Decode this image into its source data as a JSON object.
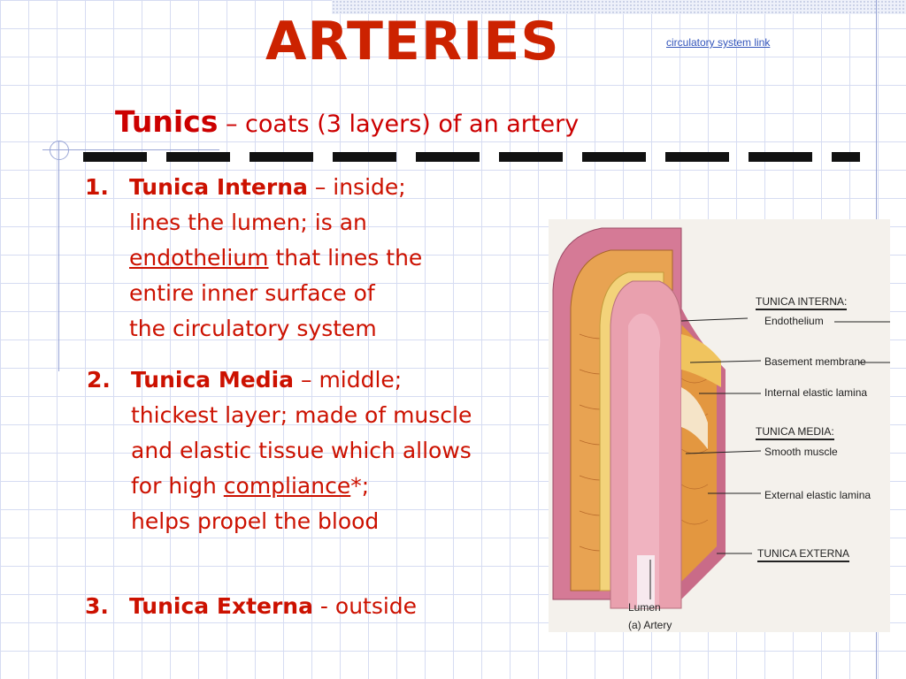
{
  "title": "ARTERIES",
  "link_text": "circulatory system link",
  "subtitle": {
    "strong": "Tunics",
    "rest": " – coats (3 layers) of an artery"
  },
  "items": [
    {
      "number": "1.",
      "term": "Tunica Interna",
      "lines": [
        " – inside;",
        "lines the lumen; is an",
        "endothelium",
        " that lines the",
        "entire inner surface of",
        "the circulatory system"
      ]
    },
    {
      "number": "2.",
      "term": "Tunica Media",
      "lines": [
        " – middle;",
        "thickest layer; made of muscle",
        "and elastic tissue which allows",
        "for high ",
        "compliance",
        "*;",
        "helps propel the blood"
      ]
    },
    {
      "number": "3.",
      "term": "Tunica Externa",
      "rest": " - outside"
    }
  ],
  "diagram": {
    "labels": {
      "tunica_interna": "TUNICA INTERNA:",
      "endothelium": "Endothelium",
      "basement_membrane": "Basement membrane",
      "internal_elastic_lamina": "Internal elastic lamina",
      "tunica_media": "TUNICA MEDIA:",
      "smooth_muscle": "Smooth muscle",
      "external_elastic_lamina": "External elastic lamina",
      "tunica_externa": "TUNICA EXTERNA",
      "lumen": "Lumen",
      "caption": "(a) Artery"
    }
  },
  "colors": {
    "title": "#cc2200",
    "text": "#cc1100",
    "link": "#3355bb"
  }
}
